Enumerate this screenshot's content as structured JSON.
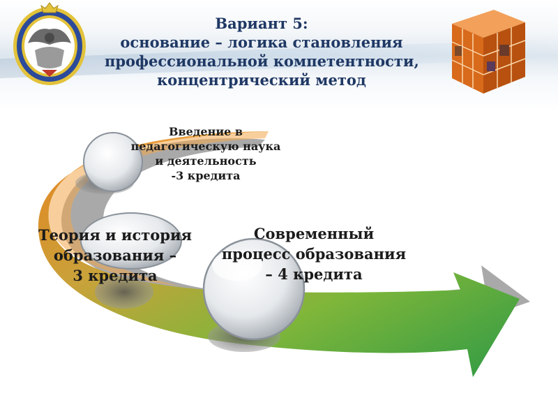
{
  "slide": {
    "title_lines": [
      "Вариант 5:",
      "основание – логика становления",
      "профессиональной компетентности,",
      "концентрический метод"
    ]
  },
  "stages": [
    {
      "lines": [
        "Введение в",
        "педагогическую наука",
        "и деятельность",
        "-3 кредита"
      ]
    },
    {
      "lines": [
        "Теория и история",
        "образования –",
        "3 кредита"
      ]
    },
    {
      "lines": [
        "Современный",
        "процесс образования",
        "– 4 кредита"
      ]
    }
  ],
  "colors": {
    "title": "#1f3864",
    "arrow_orange": "#e8821f",
    "arrow_green": "#2e9a45",
    "seal_blue": "#2b4a9a",
    "seal_gold": "#e3c23a"
  },
  "icons": {
    "seal": "university-seal-icon",
    "cube": "photo-cube-icon"
  }
}
